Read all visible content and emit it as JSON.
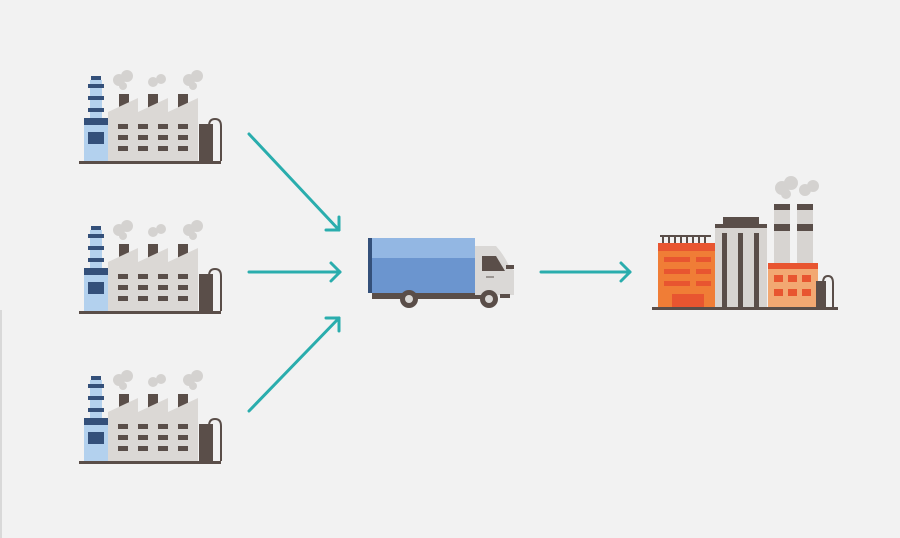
{
  "diagram": {
    "background": "#f2f2f2",
    "arrow_color": "#2aadad",
    "nodes": [
      {
        "id": "supplier-factory-1",
        "icon": "factory-icon",
        "role": "source"
      },
      {
        "id": "supplier-factory-2",
        "icon": "factory-icon",
        "role": "source"
      },
      {
        "id": "supplier-factory-3",
        "icon": "factory-icon",
        "role": "source"
      },
      {
        "id": "delivery-truck",
        "icon": "truck-icon",
        "role": "transport"
      },
      {
        "id": "destination-plant",
        "icon": "industrial-plant-icon",
        "role": "destination"
      }
    ],
    "edges": [
      {
        "from": "supplier-factory-1",
        "to": "delivery-truck"
      },
      {
        "from": "supplier-factory-2",
        "to": "delivery-truck"
      },
      {
        "from": "supplier-factory-3",
        "to": "delivery-truck"
      },
      {
        "from": "delivery-truck",
        "to": "destination-plant"
      }
    ],
    "colors": {
      "factory_tower_blue": "#b3d1ee",
      "factory_dark_blue": "#34507a",
      "factory_body": "#dbd8d5",
      "factory_dark": "#5a4e49",
      "smoke": "#d4d2d0",
      "truck_cargo": "#6b95cf",
      "truck_cargo_top": "#93b7e3",
      "truck_cab": "#dad8d6",
      "plant_orange": "#f07d36",
      "plant_red": "#e85530",
      "plant_peach": "#f2a872",
      "plant_gray": "#d7d4d1"
    }
  }
}
